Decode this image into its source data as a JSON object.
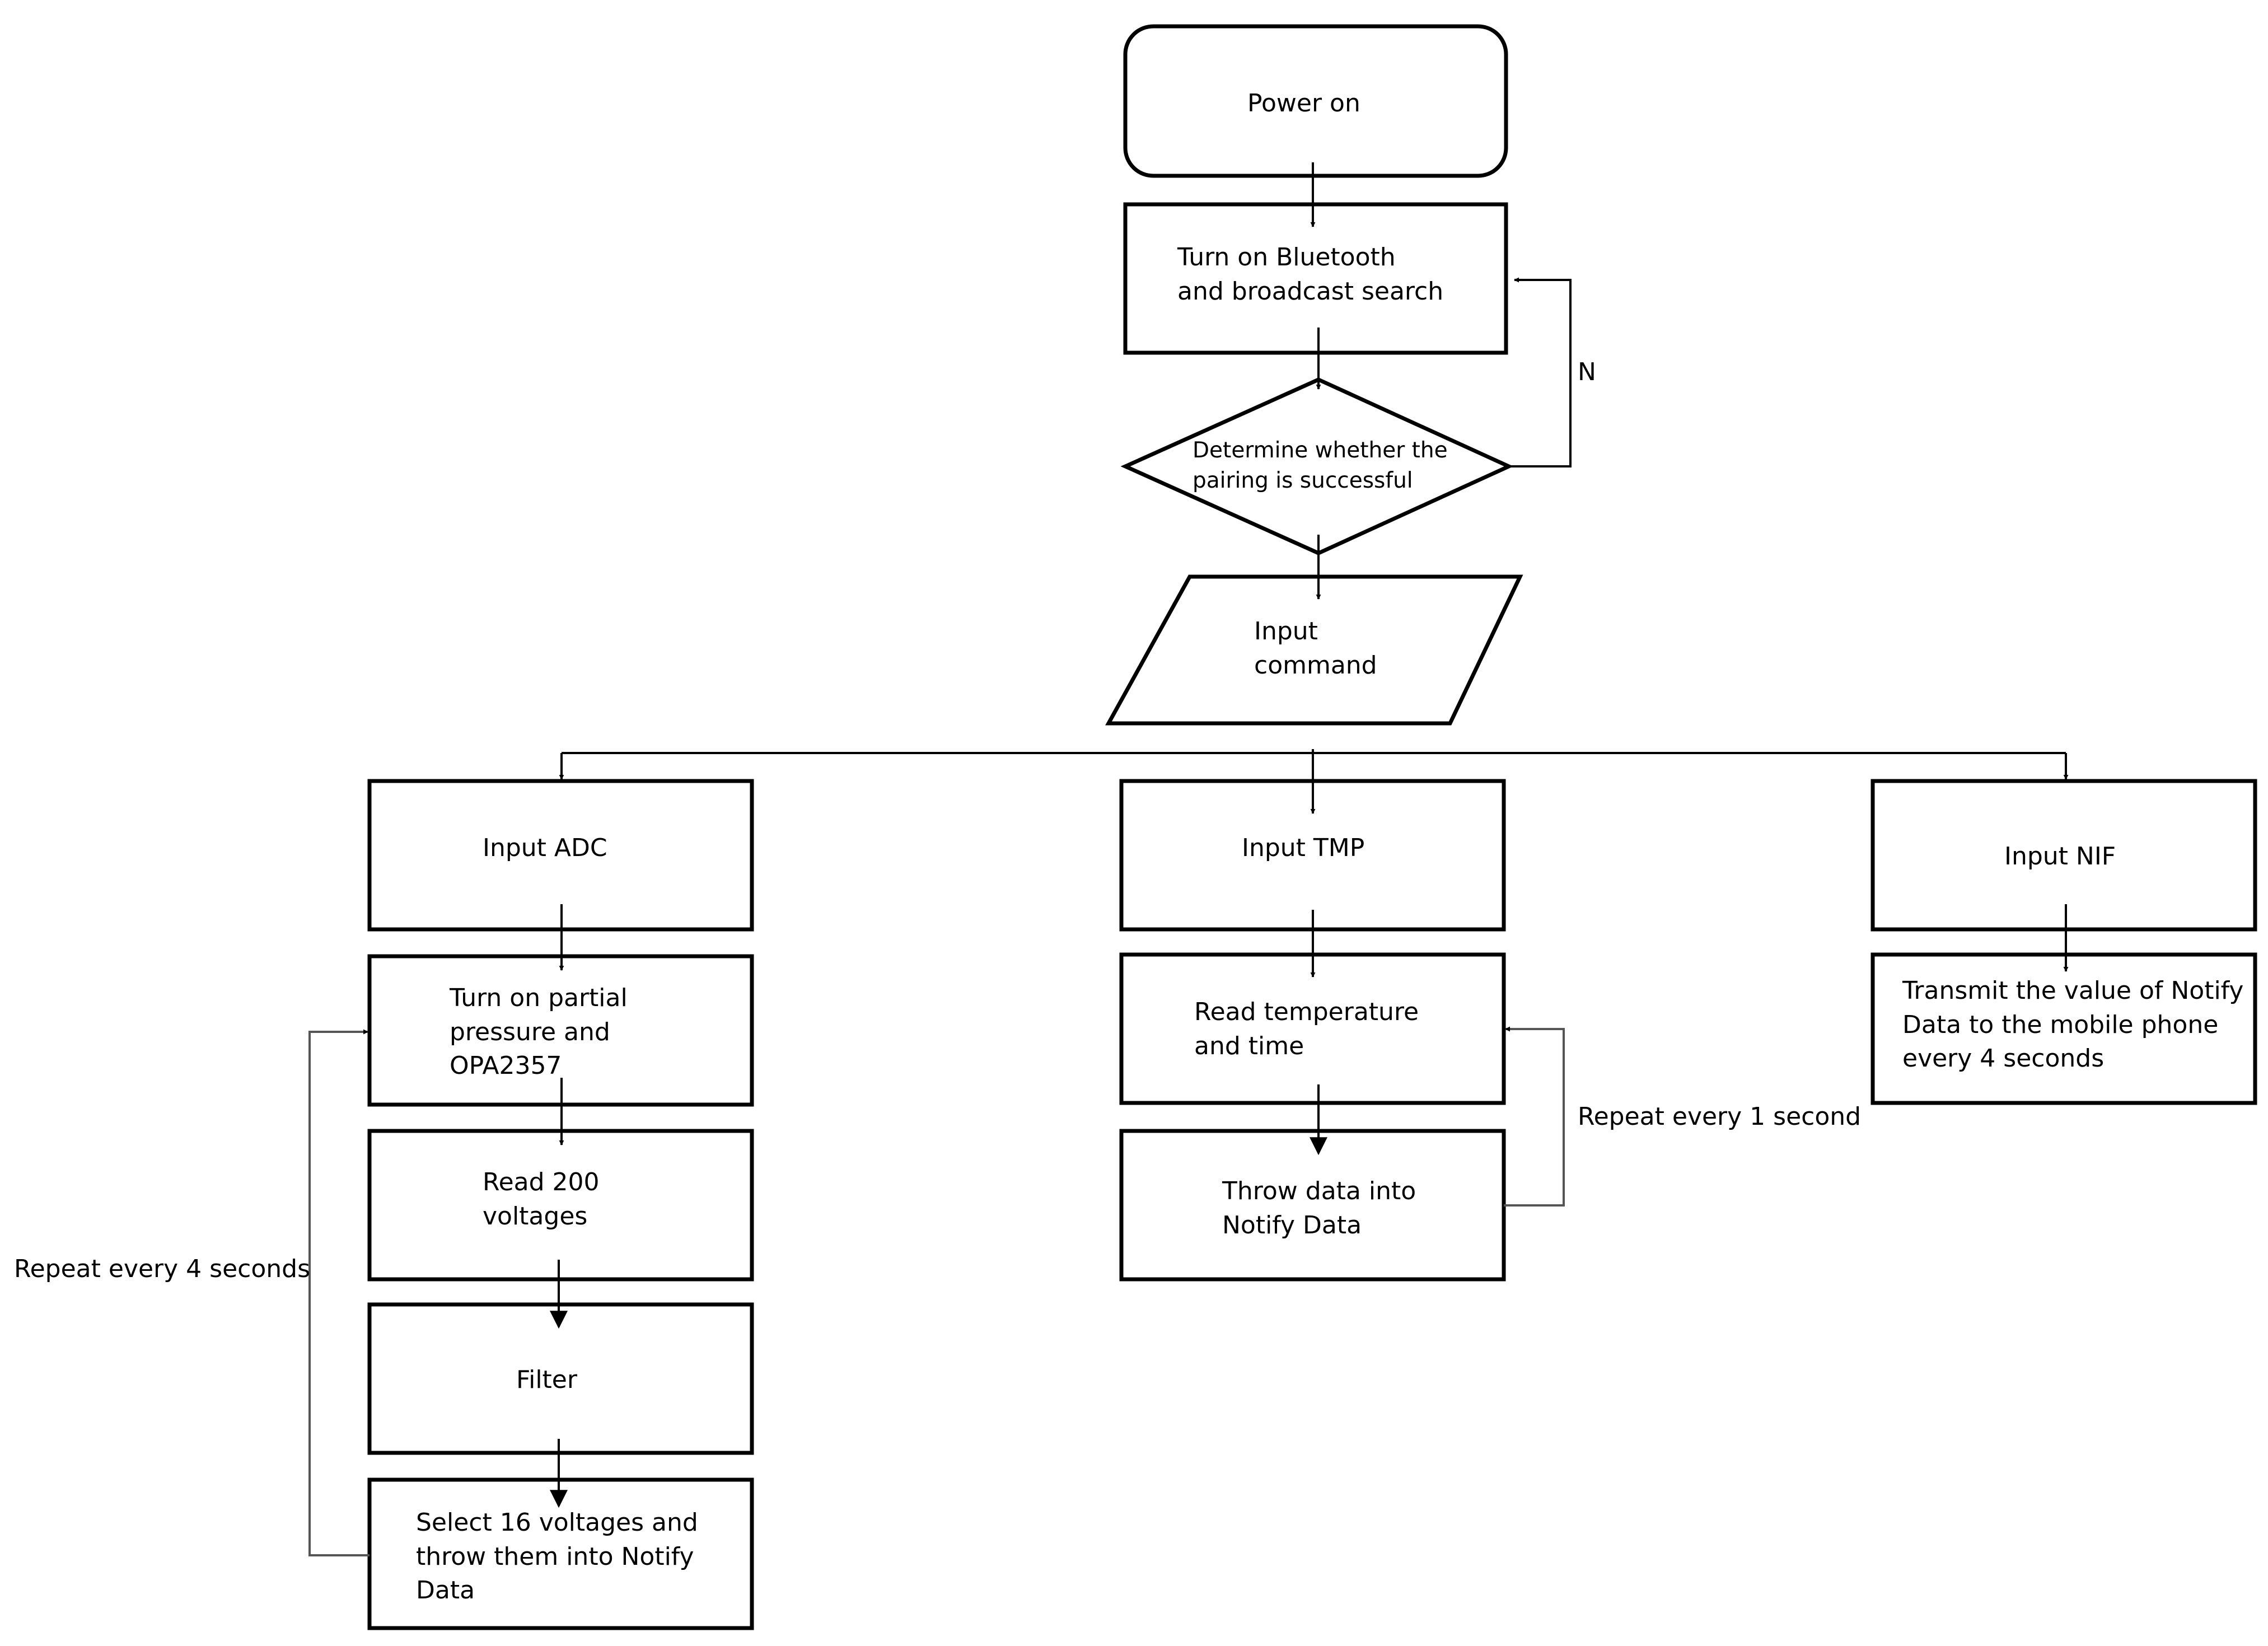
{
  "nodes": {
    "power_on": "Power on",
    "bluetooth": "Turn on Bluetooth\nand broadcast search",
    "pairing_decision": "Determine whether the\npairing is successful",
    "input_command": "Input\ncommand",
    "input_adc": "Input ADC",
    "partial_pressure": "Turn on partial\npressure and\nOPA2357",
    "read_voltages": "Read 200\nvoltages",
    "filter": "Filter",
    "select_voltages": "Select 16 voltages and\nthrow them into Notify\nData",
    "input_tmp": "Input TMP",
    "read_temp": "Read temperature\nand time",
    "throw_data": "Throw data into\nNotify Data",
    "input_nif": "Input NIF",
    "transmit": "Transmit the value of Notify\nData to the mobile phone\nevery 4 seconds"
  },
  "edge_labels": {
    "no_branch": "N",
    "repeat_tmp": "Repeat every 1 second",
    "repeat_adc": "Repeat every 4 seconds"
  }
}
